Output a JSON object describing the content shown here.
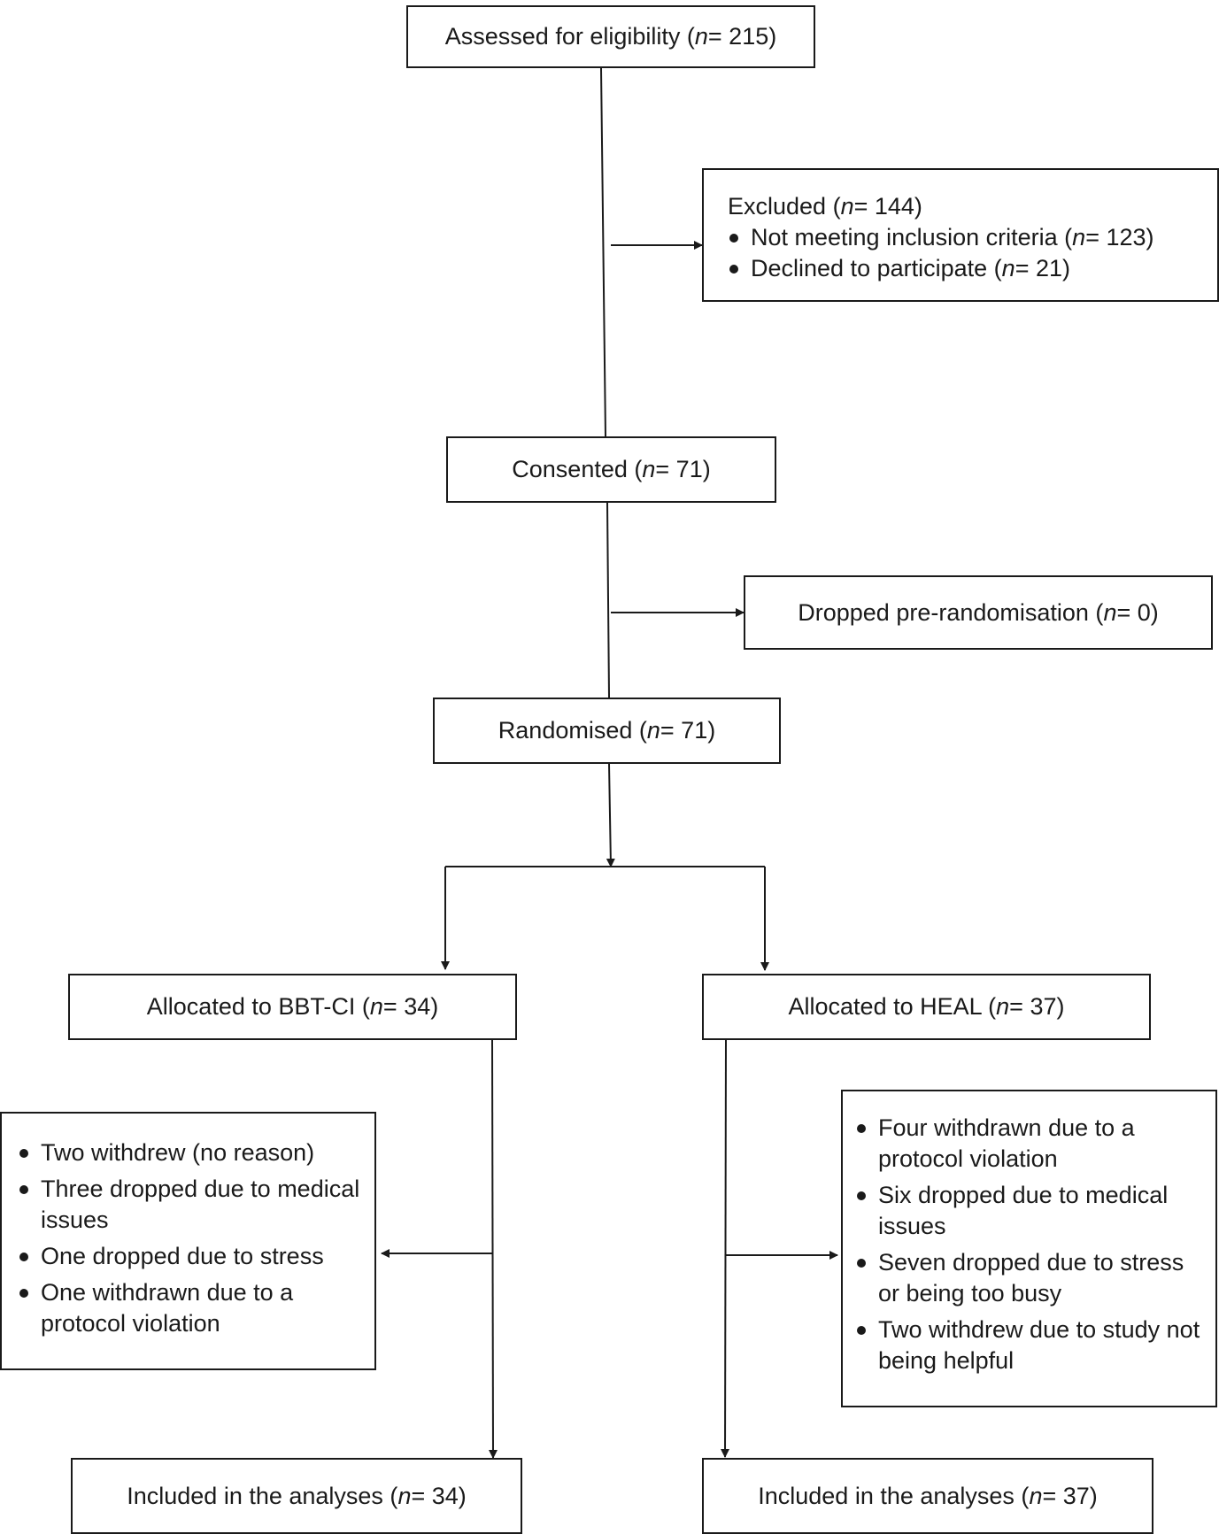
{
  "boxes": {
    "assessed": {
      "label": "Assessed for eligibility (",
      "n_sym": "n",
      "n_val": "= 215)"
    },
    "excluded": {
      "label": "Excluded (",
      "n_sym": "n",
      "n_val": "= 144)",
      "items": [
        {
          "label": "Not meeting inclusion criteria (",
          "n_sym": "n",
          "n_val": "= 123)"
        },
        {
          "label": "Declined to participate (",
          "n_sym": "n",
          "n_val": "= 21)"
        }
      ]
    },
    "consented": {
      "label": "Consented (",
      "n_sym": "n",
      "n_val": "= 71)"
    },
    "dropped_pre": {
      "label": "Dropped pre-randomisation (",
      "n_sym": "n",
      "n_val": "= 0)"
    },
    "randomised": {
      "label": "Randomised (",
      "n_sym": "n",
      "n_val": "= 71)"
    },
    "alloc_bbt": {
      "label": "Allocated to BBT-CI (",
      "n_sym": "n",
      "n_val": "= 34)"
    },
    "alloc_heal": {
      "label": "Allocated to HEAL (",
      "n_sym": "n",
      "n_val": "= 37)"
    },
    "bbt_dropouts": {
      "items": [
        "Two withdrew (no reason)",
        "Three dropped due to medical issues",
        "One dropped due to stress",
        "One withdrawn due to a protocol violation"
      ]
    },
    "heal_dropouts": {
      "items": [
        "Four withdrawn due to a protocol violation",
        "Six dropped due to medical issues",
        "Seven dropped due to stress or being too busy",
        "Two withdrew due to study not being helpful"
      ]
    },
    "analysed_bbt": {
      "label": "Included in the analyses (",
      "n_sym": "n",
      "n_val": "= 34)"
    },
    "analysed_heal": {
      "label": "Included in the analyses (",
      "n_sym": "n",
      "n_val": "= 37)"
    }
  }
}
